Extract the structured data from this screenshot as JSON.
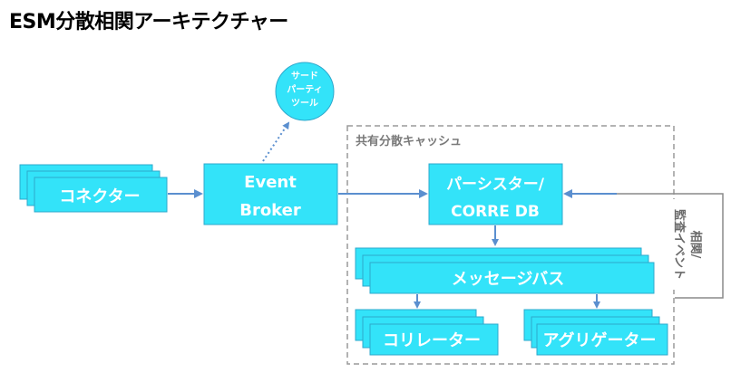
{
  "title": "ESM分散相関アーキテクチャー",
  "nodes": {
    "connector": "コネクター",
    "event_broker_line1": "Event",
    "event_broker_line2": "Broker",
    "third_party_line1": "サード",
    "third_party_line2": "パーティ",
    "third_party_line3": "ツール",
    "persister_line1": "パーシスター/",
    "persister_line2": "CORRE DB",
    "message_bus": "メッセージバス",
    "correlator": "コリレーター",
    "aggregator": "アグリゲーター"
  },
  "shared_cache": {
    "label": "共有分散キャッシュ"
  },
  "side_label": {
    "line1": "相関/",
    "line2": "監査イベント"
  },
  "colors": {
    "box_fill": "#33e3f9",
    "box_stroke": "#2ea8cc",
    "arrow": "#5b8fcf",
    "cache_border": "#9a9a9a",
    "side_line": "#8a8a8a"
  }
}
